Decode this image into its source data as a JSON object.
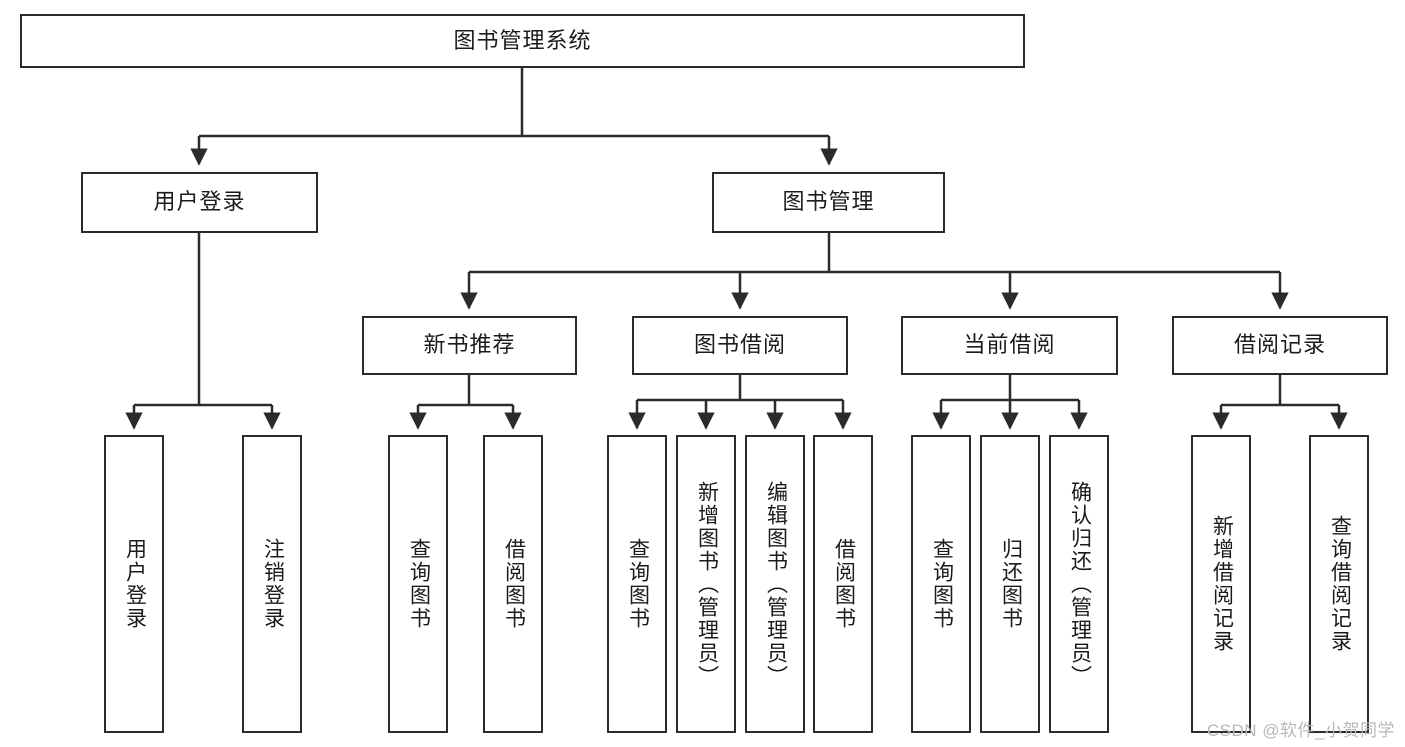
{
  "diagram": {
    "type": "tree-hierarchy",
    "title": "图书管理系统",
    "root": {
      "id": "root",
      "label": "图书管理系统"
    },
    "level2": [
      {
        "id": "user-login",
        "label": "用户登录"
      },
      {
        "id": "book-management",
        "label": "图书管理"
      }
    ],
    "level3": [
      {
        "id": "new-book-recommend",
        "label": "新书推荐",
        "parent": "book-management"
      },
      {
        "id": "book-borrow",
        "label": "图书借阅",
        "parent": "book-management"
      },
      {
        "id": "current-borrow",
        "label": "当前借阅",
        "parent": "book-management"
      },
      {
        "id": "borrow-record",
        "label": "借阅记录",
        "parent": "book-management"
      }
    ],
    "leaves": {
      "user-login": [
        {
          "id": "leaf-user-login",
          "label": "用户登录"
        },
        {
          "id": "leaf-user-logout",
          "label": "注销登录"
        }
      ],
      "new-book-recommend": [
        {
          "id": "leaf-query-book-1",
          "label": "查询图书"
        },
        {
          "id": "leaf-borrow-book-1",
          "label": "借阅图书"
        }
      ],
      "book-borrow": [
        {
          "id": "leaf-query-book-2",
          "label": "查询图书"
        },
        {
          "id": "leaf-add-book",
          "label": "新增图书（管理员）"
        },
        {
          "id": "leaf-edit-book",
          "label": "编辑图书（管理员）"
        },
        {
          "id": "leaf-borrow-book-2",
          "label": "借阅图书"
        }
      ],
      "current-borrow": [
        {
          "id": "leaf-query-book-3",
          "label": "查询图书"
        },
        {
          "id": "leaf-return-book",
          "label": "归还图书"
        },
        {
          "id": "leaf-confirm-return",
          "label": "确认归还（管理员）"
        }
      ],
      "borrow-record": [
        {
          "id": "leaf-add-record",
          "label": "新增借阅记录"
        },
        {
          "id": "leaf-query-record",
          "label": "查询借阅记录"
        }
      ]
    },
    "watermark": "CSDN @软件_小贺同学",
    "colors": {
      "stroke": "#2b2b2b",
      "fill": "#ffffff",
      "text": "#1b1b1b",
      "watermark": "#b9b9b9"
    }
  }
}
